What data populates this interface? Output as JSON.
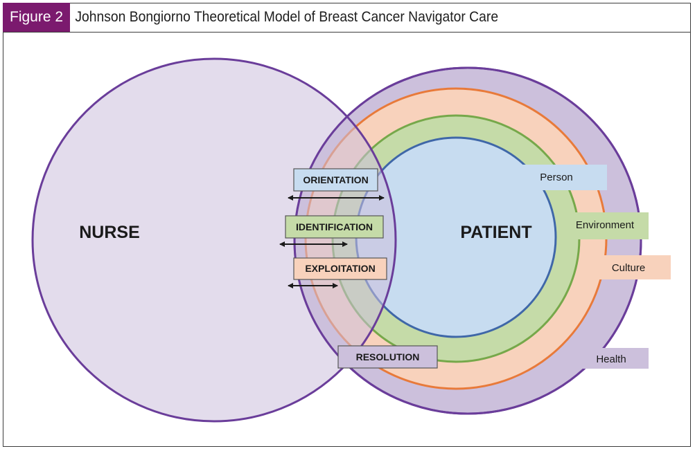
{
  "figure": {
    "label": "Figure 2",
    "title": "Johnson Bongiorno Theoretical Model of Breast Cancer Navigator Care"
  },
  "diagram": {
    "nurse_label": "NURSE",
    "patient_label": "PATIENT",
    "phases": {
      "orientation": "ORIENTATION",
      "identification": "IDENTIFICATION",
      "exploitation": "EXPLOITATION",
      "resolution": "RESOLUTION"
    },
    "rings": {
      "person": "Person",
      "environment": "Environment",
      "culture": "Culture",
      "health": "Health"
    },
    "colors": {
      "circle_fill": "#ccc0dc",
      "circle_stroke": "#6a3d9a",
      "culture_fill": "#f8d2bc",
      "culture_stroke": "#e87a3a",
      "environment_fill": "#c5dba8",
      "environment_stroke": "#76a84a",
      "person_fill": "#c7dcf0",
      "person_stroke": "#3f67a8",
      "health_box": "#ccc0dc",
      "box_stroke": "#555555"
    }
  }
}
